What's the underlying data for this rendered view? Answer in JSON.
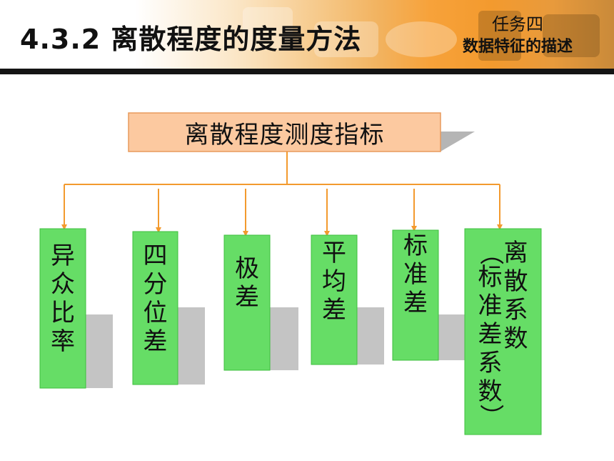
{
  "header": {
    "title": "4.3.2 离散程度的度量方法",
    "task_label": "任务四",
    "task_subtitle": "数据特征的描述"
  },
  "diagram": {
    "root": "离散程度测度指标",
    "children": [
      {
        "label": "异众比率"
      },
      {
        "label": "四分位差"
      },
      {
        "label": "极差"
      },
      {
        "label": "平均差"
      },
      {
        "label": "标准差"
      },
      {
        "label": "离散系数",
        "sub": "标准差系数"
      }
    ]
  },
  "colors": {
    "accent": "#f39a2e",
    "header_bar": "#141414",
    "root_fill": "#fcc9a0",
    "root_border": "#e89a5c",
    "leaf_fill": "#66dd66",
    "leaf_border": "#3fbf3f",
    "connector": "#f39a2e"
  }
}
